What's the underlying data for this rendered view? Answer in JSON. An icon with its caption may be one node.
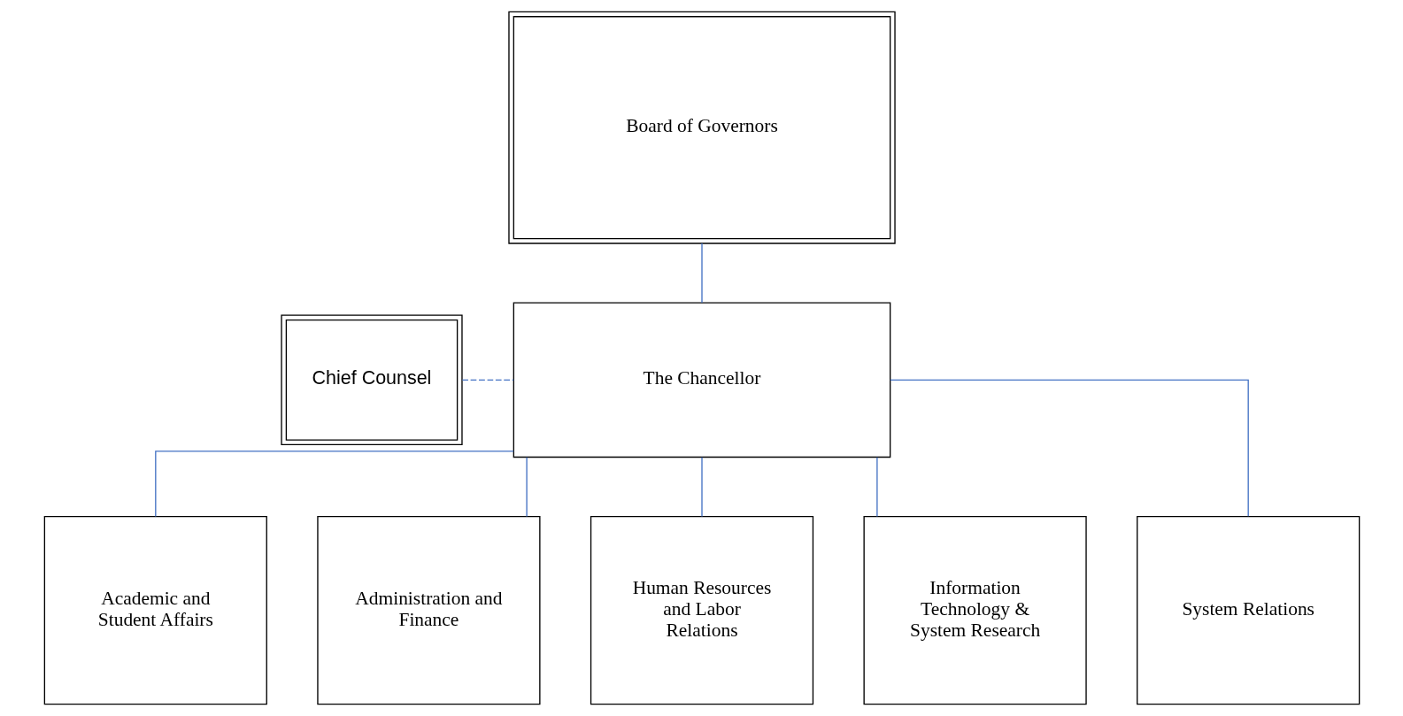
{
  "diagram": {
    "nodes": [
      {
        "text": [
          "Board of Governors"
        ]
      },
      {
        "text": [
          "The Chancellor"
        ]
      },
      {
        "text": [
          "Chief Counsel"
        ]
      },
      {
        "text": [
          "Academic and Student Affairs"
        ]
      },
      {
        "text": [
          "Administration and Finance"
        ]
      },
      {
        "text": [
          "Human Resources and Labor Relations"
        ]
      },
      {
        "text": [
          "Information Technology & System Research"
        ]
      },
      {
        "text": [
          "System Relations"
        ]
      }
    ],
    "edges": [
      {
        "from": 0,
        "to": 1,
        "arrow": "none"
      },
      {
        "from": 2,
        "to": 1,
        "arrow": "none",
        "style": "dashed"
      },
      {
        "from": 1,
        "to": 3,
        "arrow": "none"
      },
      {
        "from": 1,
        "to": 4,
        "arrow": "none"
      },
      {
        "from": 1,
        "to": 5,
        "arrow": "none"
      },
      {
        "from": 1,
        "to": 6,
        "arrow": "none"
      },
      {
        "from": 1,
        "to": 7,
        "arrow": "none"
      }
    ]
  }
}
